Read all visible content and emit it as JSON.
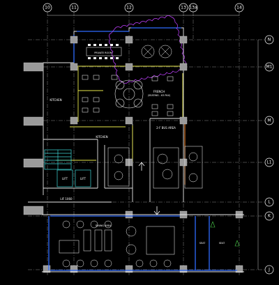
{
  "drawing": {
    "colors": {
      "background": "#000000",
      "grid_line": "#8a8a8a",
      "grid_bubble": "#ffffff",
      "wall": "#e6e6e6",
      "column": "#9a9a9a",
      "glazing": "#2f6bff",
      "partition_yellow": "#e8e84a",
      "cloud_revision": "#c040ff",
      "partition_orange": "#ff8a2a",
      "stair_cyan": "#3fd6d6",
      "furniture_white": "#ffffff",
      "dimension_green": "#4cd04c"
    },
    "grid_columns": [
      "10",
      "11",
      "12",
      "13",
      "13a",
      "14"
    ],
    "grid_rows": [
      "N",
      "M1",
      "M",
      "L1",
      "L",
      "K",
      "J"
    ],
    "room_labels": {
      "private_room": "PRIVATE ROOM",
      "french": "FRENCH",
      "french_sub": "(SEATING - 63 PAX)",
      "kitchen_left": "KITCHEN",
      "kitchen_center": "KITCHEN",
      "bus_area": "2-F BUS AREA",
      "lift_a": "LIFT",
      "lift_b": "LIFT",
      "lower_label": "LIF 1060",
      "lower_center": "DINING AREA",
      "lower_right_a": "SEAT",
      "lower_right_b": "SEAT"
    },
    "arrows": [
      "up-arrow",
      "down-arrow"
    ]
  }
}
